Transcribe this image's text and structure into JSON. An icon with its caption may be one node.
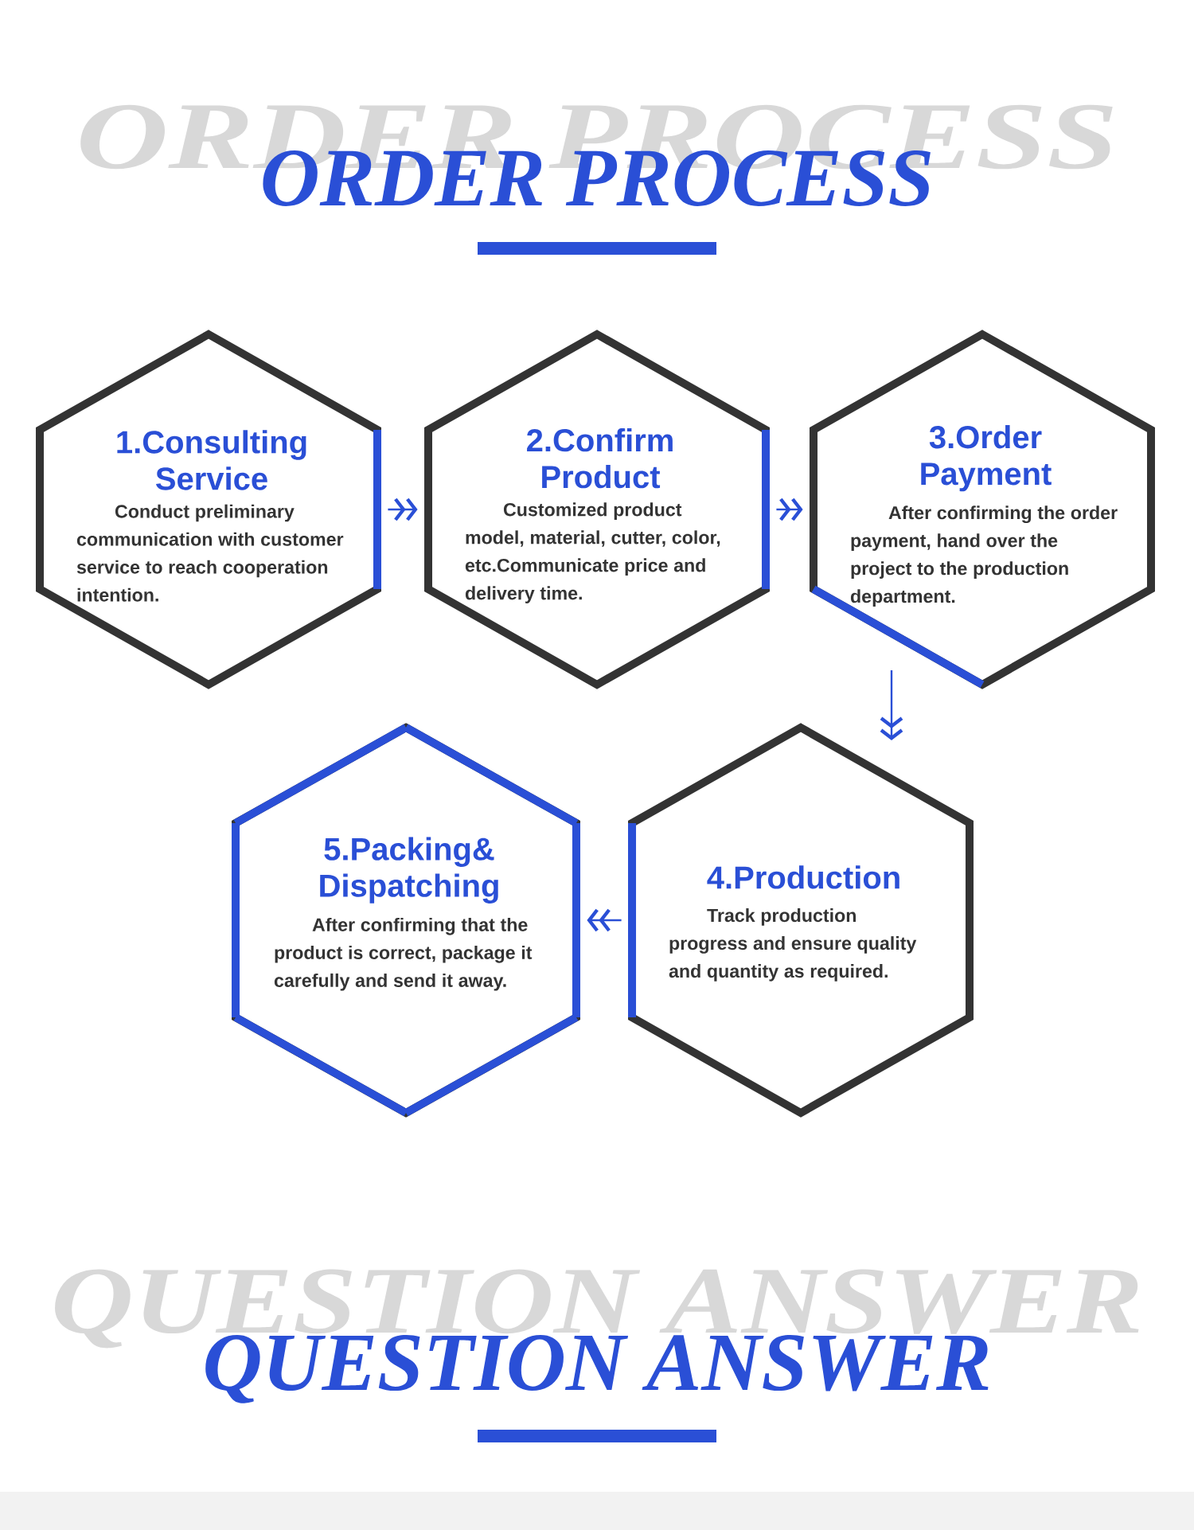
{
  "diagram": {
    "title": "ORDER PROCESS",
    "nodes": [
      {
        "text": [
          "1.Consulting Service",
          "Conduct preliminary communication with customer service to reach cooperation intention."
        ]
      },
      {
        "text": [
          "2.Confirm Product",
          "Customized product model, material, cutter, color, etc.Communicate price and delivery time."
        ]
      },
      {
        "text": [
          "3.Order Payment",
          "After confirming the order payment, hand over the project to the production department."
        ]
      },
      {
        "text": [
          "4.Production",
          "Track production progress and ensure quality and quantity as required."
        ]
      },
      {
        "text": [
          "5.Packing& Dispatching",
          "After confirming that the product is correct, package it carefully and send it away."
        ]
      }
    ],
    "edges": [
      {
        "from": 0,
        "to": 1,
        "arrow": "to"
      },
      {
        "from": 1,
        "to": 2,
        "arrow": "to"
      },
      {
        "from": 2,
        "to": 3,
        "arrow": "to"
      },
      {
        "from": 3,
        "to": 4,
        "arrow": "to"
      }
    ],
    "labels": [
      "ORDER PROCESS",
      "QUESTION ANSWER",
      "QUESTION ANSWER"
    ]
  }
}
